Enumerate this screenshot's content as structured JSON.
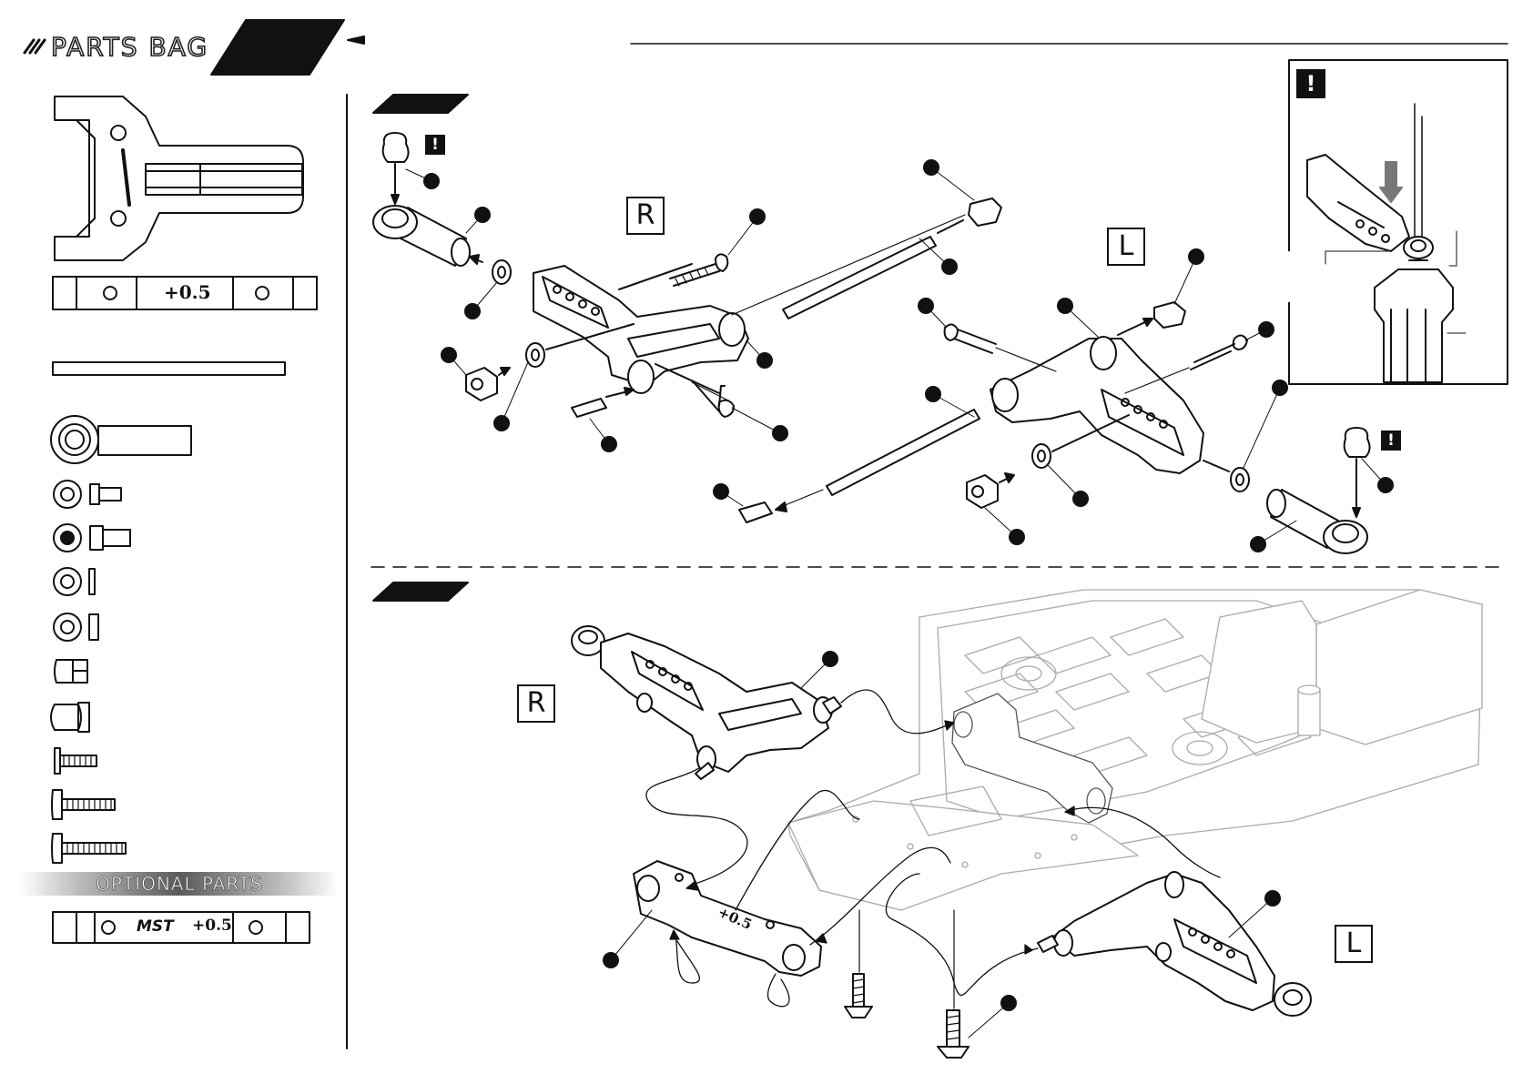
{
  "header": {
    "section_label": "PARTS BAG"
  },
  "sidebar": {
    "part_values": {
      "mount_value": "+0.5"
    },
    "optional_label": "OPTIONAL PARTS",
    "optional_part": {
      "brand": "MST",
      "value": "+0.5"
    }
  },
  "step1": {
    "right_label": "R",
    "left_label": "L",
    "warning_mark": "!"
  },
  "step2": {
    "right_label": "R",
    "left_label": "L",
    "mount_value": "+0.5"
  },
  "detail": {
    "warning_mark": "!"
  }
}
